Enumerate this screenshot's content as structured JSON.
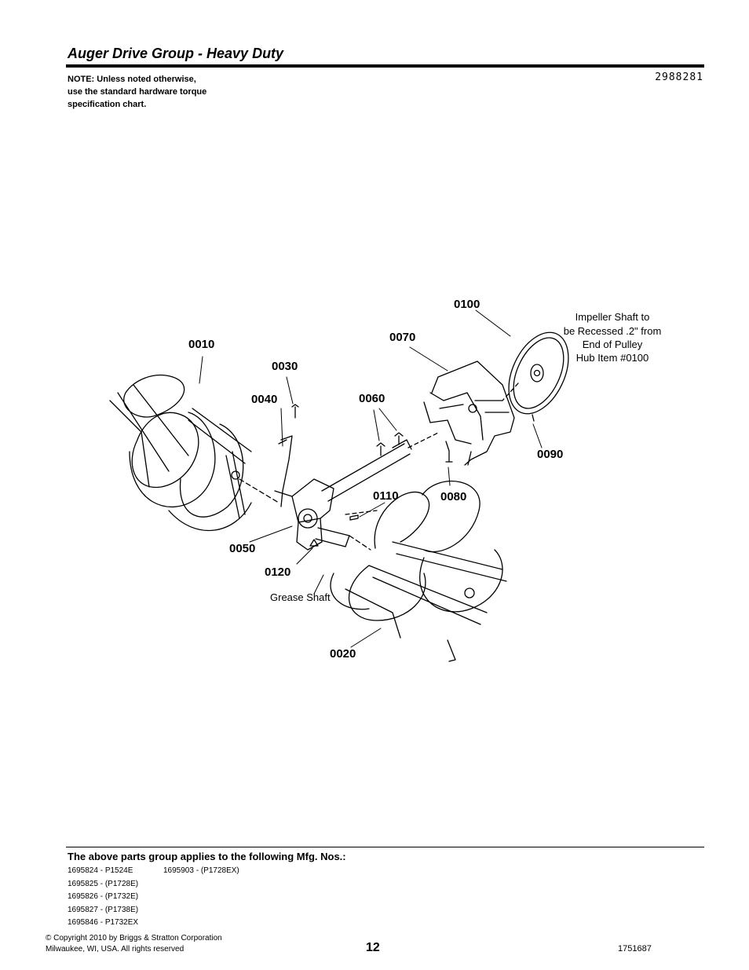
{
  "header": {
    "title": "Auger Drive Group - Heavy Duty",
    "drawing_number": "2988281",
    "note_lines": [
      "NOTE: Unless noted otherwise,",
      "use the standard hardware torque",
      "specification chart."
    ]
  },
  "diagram": {
    "callouts": [
      "0100",
      "0010",
      "0070",
      "0030",
      "0040",
      "0060",
      "0090",
      "0110",
      "0080",
      "0050",
      "0120",
      "0020"
    ],
    "annotation_lines": [
      "Impeller Shaft to",
      "be Recessed .2\" from",
      "End of Pulley",
      "Hub Item #0100"
    ],
    "grease_label": "Grease Shaft"
  },
  "footer": {
    "applies_heading": "The above parts group applies to the following Mfg. Nos.:",
    "mfg_col1": [
      "1695824 - P1524E",
      "1695825 - (P1728E)",
      "1695826 - (P1732E)",
      "1695827 - (P1738E)",
      "1695846 - P1732EX"
    ],
    "mfg_col2": [
      "1695903 - (P1728EX)"
    ],
    "copyright_lines": [
      "© Copyright  2010 by Briggs & Stratton Corporation",
      "Milwaukee, WI, USA. All rights reserved"
    ],
    "page_number": "12",
    "doc_number": "1751687"
  }
}
